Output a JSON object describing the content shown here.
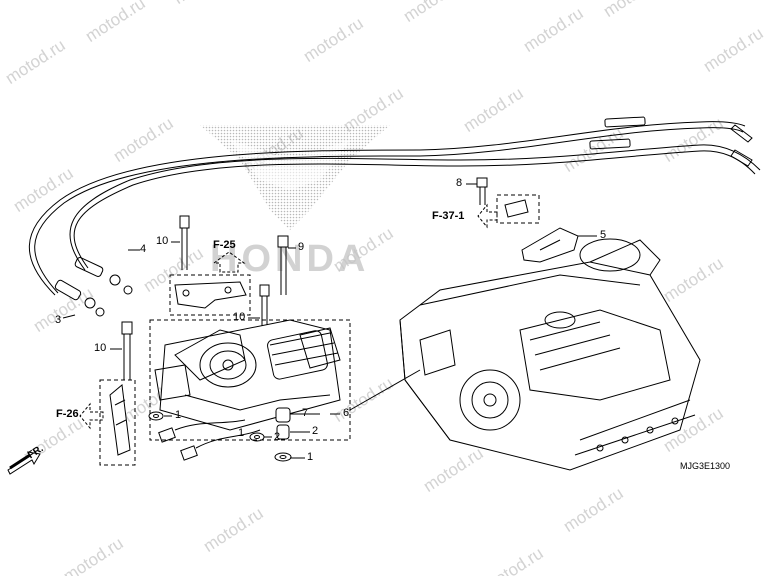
{
  "watermark": {
    "text": "motod.ru"
  },
  "brand_logo_text": "HONDA",
  "callouts": {
    "c1a": "1",
    "c1b": "1",
    "c1c": "1",
    "c2a": "2",
    "c2b": "2",
    "c3": "3",
    "c4": "4",
    "c5": "5",
    "c6": "6",
    "c7": "7",
    "c8": "8",
    "c9": "9",
    "c10a": "10",
    "c10b": "10",
    "c10c": "10"
  },
  "references": {
    "f25": "F-25",
    "f26": "F-26",
    "f37": "F-37-1"
  },
  "direction_label": "FR.",
  "diagram_code": "MJG3E1300"
}
